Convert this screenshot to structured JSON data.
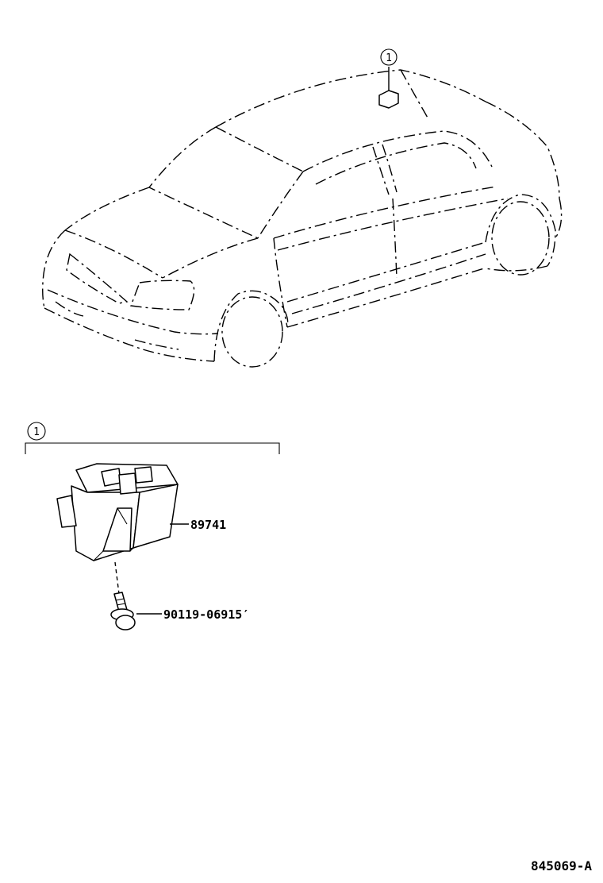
{
  "callouts": {
    "main_marker": "1",
    "section_marker": "1"
  },
  "parts": {
    "module_number": "89741",
    "screw_number": "90119-06915′"
  },
  "footer": {
    "diagram_code": "845069-A"
  },
  "colors": {
    "ink": "#000000",
    "paper": "#ffffff"
  }
}
